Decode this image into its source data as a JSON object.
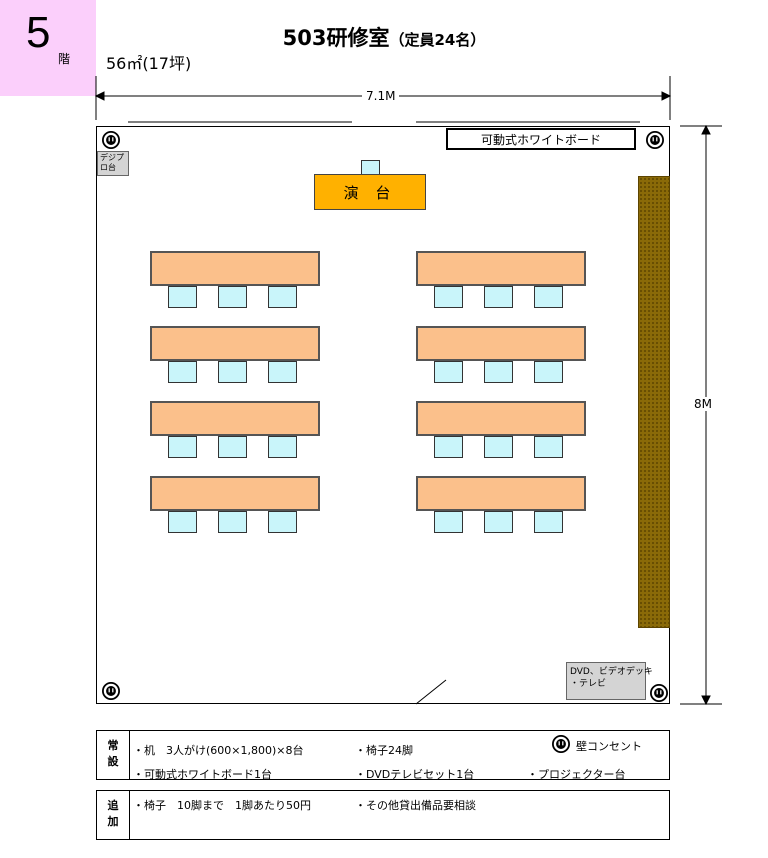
{
  "floor": {
    "number": "5",
    "suffix": "階"
  },
  "title": {
    "main": "503研修室",
    "capacity": "（定員24名）"
  },
  "area": "56㎡(17坪)",
  "dimensions": {
    "width": "7.1M",
    "height": "8M"
  },
  "room": {
    "whiteboard_label": "可動式ホワイトボード",
    "digipro_label": "デジプ\nロ台",
    "podium_label": "演 台",
    "dvd_label": "DVD、ビデオデッキ\n・テレビ"
  },
  "legend": {
    "permanent_header": "常\n設",
    "permanent_items": [
      "・机　3人がけ(600×1,800)×8台",
      "・椅子24脚",
      "壁コンセント",
      "・可動式ホワイトボード1台",
      "・DVDテレビセット1台",
      "・プロジェクター台"
    ],
    "additional_header": "追\n加",
    "additional_items": [
      "・椅子　10脚まで　1脚あたり50円",
      "・その他貸出備品要相談"
    ]
  },
  "icons": {
    "outlet": "wall-outlet-icon"
  }
}
